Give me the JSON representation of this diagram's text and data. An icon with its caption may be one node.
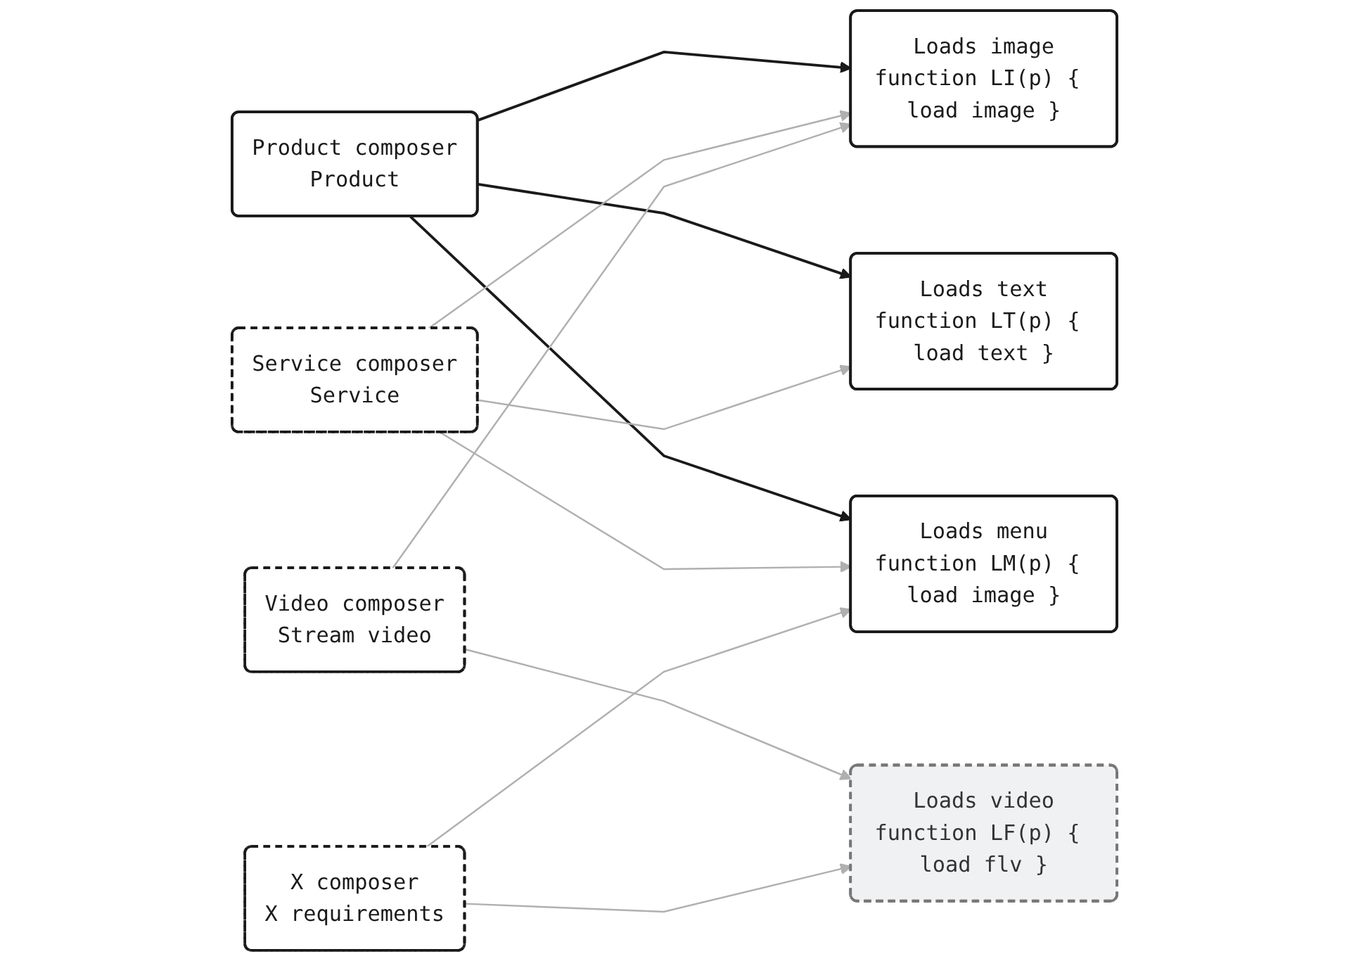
{
  "diagram": {
    "nodes": [
      {
        "text": [
          "Product composer",
          "Product"
        ]
      },
      {
        "text": [
          "Loads image",
          "function LI(p) { load image }"
        ]
      },
      {
        "text": [
          "Loads text",
          "function LT(p) { load text }"
        ]
      },
      {
        "text": [
          "Loads menu",
          "function LM(p) { load image }"
        ]
      },
      {
        "text": [
          "Loads video",
          "function LF(p) { load flv }"
        ]
      },
      {
        "text": [
          "Service composer",
          "Service"
        ]
      },
      {
        "text": [
          "Video composer",
          "Stream video"
        ]
      },
      {
        "text": [
          "X composer",
          "X requirements"
        ]
      }
    ],
    "edges": [
      {
        "from": 0,
        "to": 1,
        "arrow": "to",
        "color": "#1a1a1a"
      },
      {
        "from": 0,
        "to": 2,
        "arrow": "to",
        "color": "#1a1a1a"
      },
      {
        "from": 0,
        "to": 3,
        "arrow": "to",
        "color": "#1a1a1a"
      },
      {
        "from": 5,
        "to": 1,
        "arrow": "to"
      },
      {
        "from": 5,
        "to": 2,
        "arrow": "to"
      },
      {
        "from": 5,
        "to": 3,
        "arrow": "to"
      },
      {
        "from": 6,
        "to": 1,
        "arrow": "to"
      },
      {
        "from": 6,
        "to": 4,
        "arrow": "to"
      },
      {
        "from": 7,
        "to": 3,
        "arrow": "to"
      },
      {
        "from": 7,
        "to": 4,
        "arrow": "to"
      }
    ]
  }
}
